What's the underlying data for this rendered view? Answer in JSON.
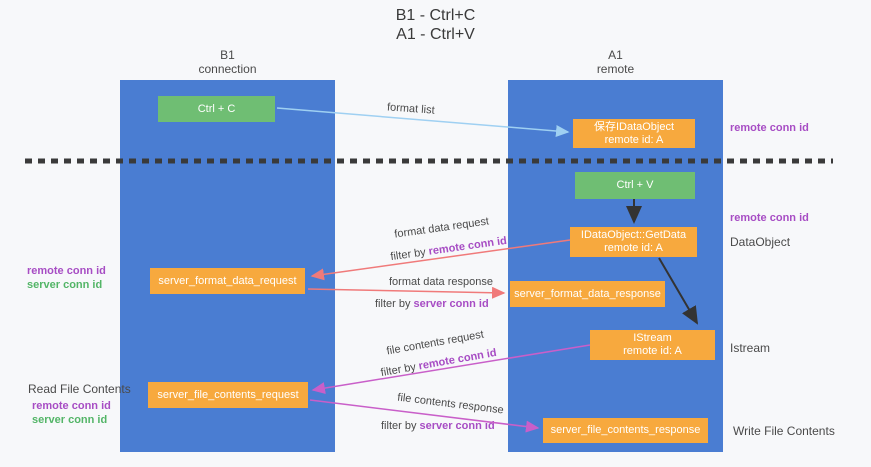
{
  "title": {
    "line1": "B1 - Ctrl+C",
    "line2": "A1 - Ctrl+V"
  },
  "columns": {
    "left": {
      "name": "B1",
      "role": "connection"
    },
    "right": {
      "name": "A1",
      "role": "remote"
    }
  },
  "nodes": {
    "ctrl_c": {
      "label": "Ctrl + C"
    },
    "ctrl_v": {
      "label": "Ctrl + V"
    },
    "save_dataobject": {
      "line1": "保存IDataObject",
      "line2": "remote id: A"
    },
    "getdata": {
      "line1": "IDataObject::GetData",
      "line2": "remote id: A"
    },
    "istream": {
      "line1": "IStream",
      "line2": "remote id: A"
    },
    "server_format_data_request": {
      "label": "server_format_data_request"
    },
    "server_format_data_response": {
      "label": "server_format_data_response"
    },
    "server_file_contents_request": {
      "label": "server_file_contents_request"
    },
    "server_file_contents_response": {
      "label": "server_file_contents_response"
    }
  },
  "edges": {
    "format_list": {
      "label": "format list"
    },
    "format_data_request": {
      "label": "format data request",
      "filter_prefix": "filter by",
      "filter_key": "remote conn id"
    },
    "format_data_response": {
      "label": "format data response",
      "filter_prefix": "filter by",
      "filter_key": "server conn id"
    },
    "file_contents_request": {
      "label": "file contents request",
      "filter_prefix": "filter by",
      "filter_key": "remote conn id"
    },
    "file_contents_response": {
      "label": "file contents response",
      "filter_prefix": "filter by",
      "filter_key": "server conn id"
    }
  },
  "side_labels": {
    "right_top_remote_conn": "remote conn id",
    "right_mid_remote_conn": "remote conn id",
    "dataobject": "DataObject",
    "istream": "Istream",
    "write_file_contents": "Write File Contents",
    "left_format_remote_conn": "remote conn id",
    "left_format_server_conn": "server conn id",
    "read_file_contents": "Read File Contents",
    "left_file_remote_conn": "remote conn id",
    "left_file_server_conn": "server conn id"
  },
  "colors": {
    "column_blue": "#4a7dd2",
    "box_orange": "#f7a93e",
    "box_green": "#6fbe73",
    "label_purple": "#a74dc4",
    "label_green": "#53b567",
    "arrow_red": "#f07a7a",
    "arrow_magenta": "#c95fc9",
    "arrow_lightblue": "#9fd0f2",
    "arrow_black": "#333333",
    "dashed_line": "#3a3a3a"
  }
}
